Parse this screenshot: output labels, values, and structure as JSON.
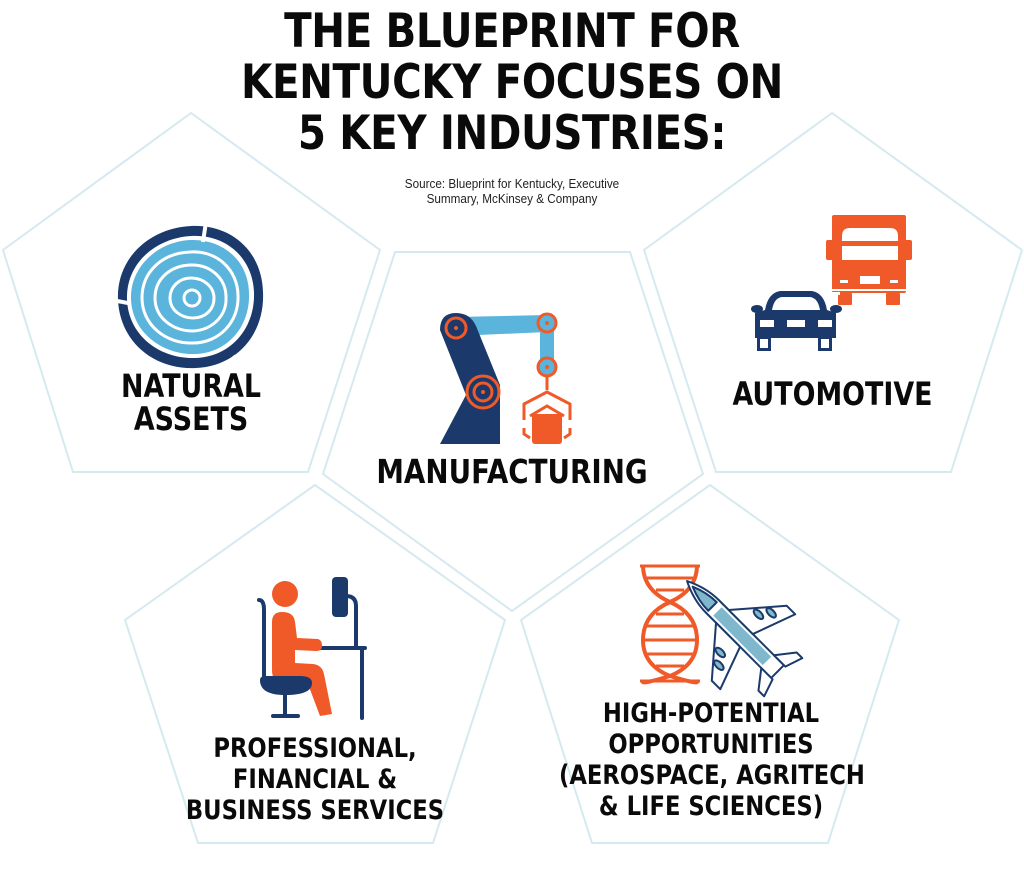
{
  "header": {
    "title_lines": [
      "THE BLUEPRINT FOR",
      "KENTUCKY FOCUSES ON",
      "5 KEY INDUSTRIES:"
    ],
    "source_lines": [
      "Source: Blueprint for Kentucky, Executive",
      "Summary, McKinsey & Company"
    ]
  },
  "colors": {
    "navy": "#1b3a6b",
    "light_blue": "#5ab4dc",
    "orange": "#f05a28",
    "jet_blue": "#7fb8cc",
    "outline": "#d5eaf0",
    "text": "#0a0a0a"
  },
  "industries": [
    {
      "id": "natural-assets",
      "icon": "tree-rings-icon",
      "label_lines": [
        "NATURAL",
        "ASSETS"
      ]
    },
    {
      "id": "manufacturing",
      "icon": "robot-arm-icon",
      "label_lines": [
        "MANUFACTURING"
      ]
    },
    {
      "id": "automotive",
      "icon": "car-and-truck-icon",
      "label_lines": [
        "AUTOMOTIVE"
      ]
    },
    {
      "id": "professional-services",
      "icon": "person-at-desk-icon",
      "label_lines": [
        "PROFESSIONAL,",
        "FINANCIAL &",
        "BUSINESS SERVICES"
      ]
    },
    {
      "id": "high-potential",
      "icon": "dna-and-jet-icon",
      "label_lines": [
        "HIGH-POTENTIAL",
        "OPPORTUNITIES",
        "(AEROSPACE, AGRITECH",
        "& LIFE SCIENCES)"
      ]
    }
  ]
}
